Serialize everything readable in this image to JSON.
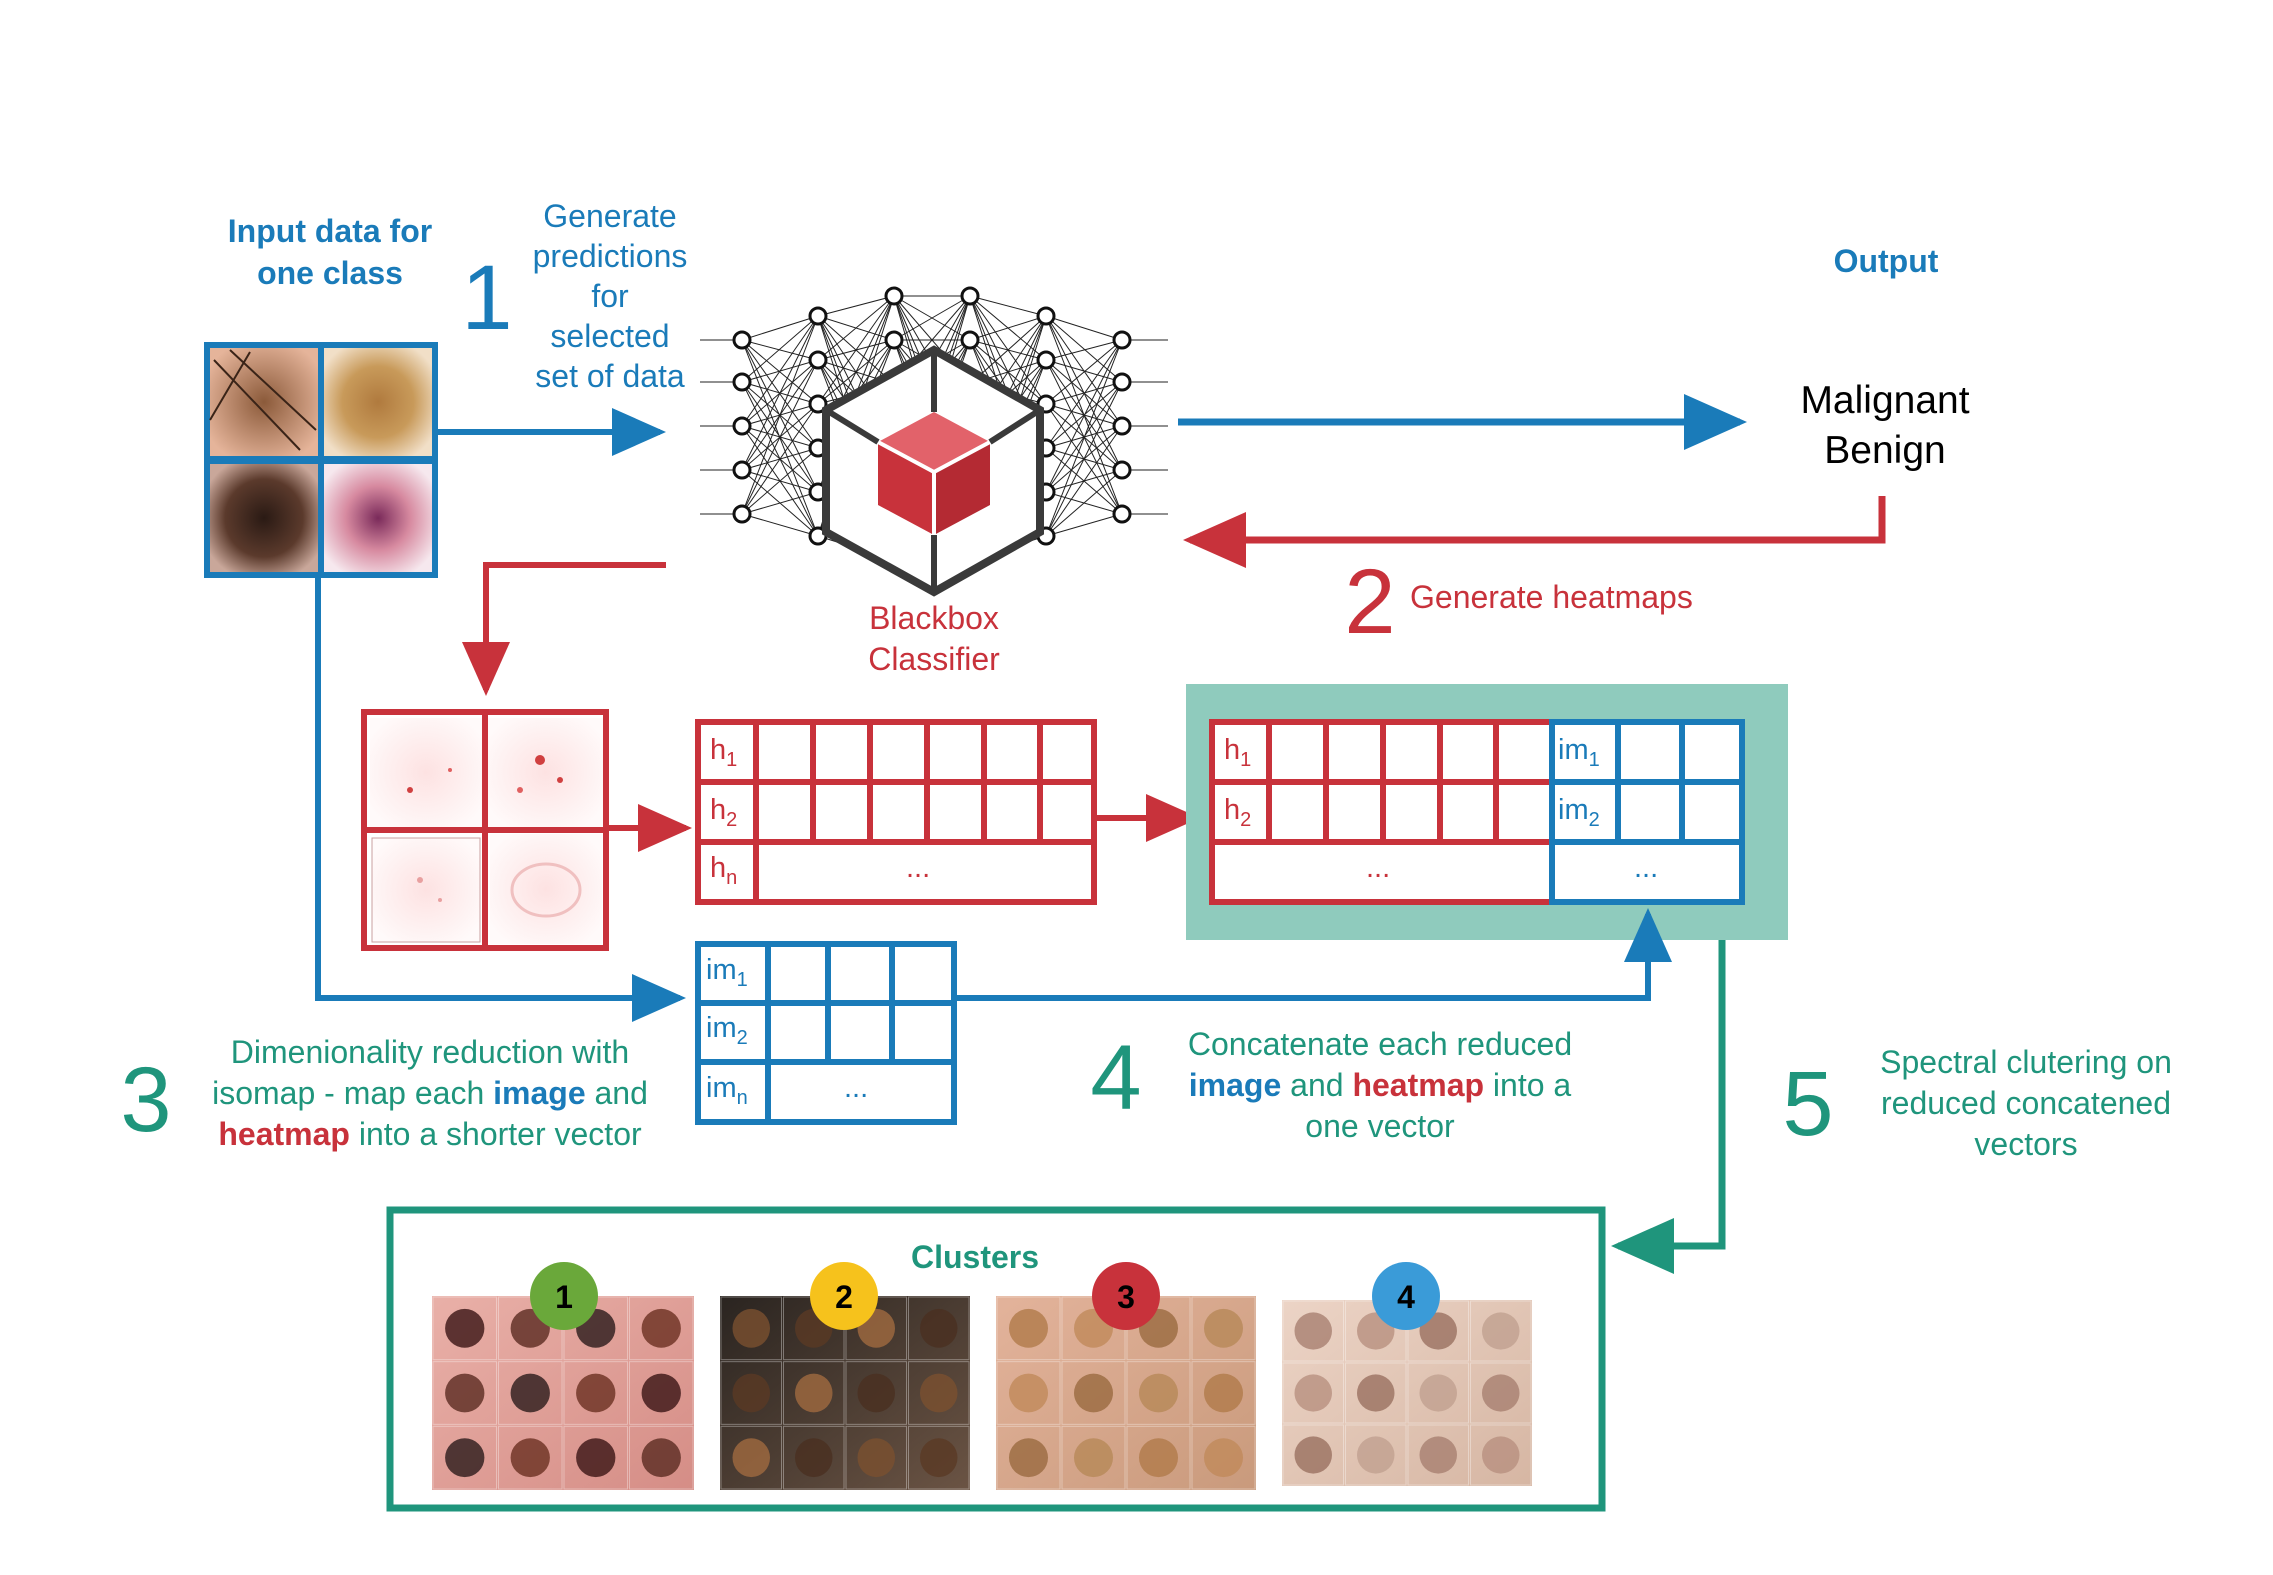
{
  "input": {
    "title_line1": "Input data for",
    "title_line2": "one class"
  },
  "step1": {
    "number": "1",
    "line1": "Generate",
    "line2": "predictions",
    "line3": "for",
    "line4": "selected",
    "line5": "set of data"
  },
  "classifier": {
    "line1": "Blackbox",
    "line2": "Classifier"
  },
  "output": {
    "title": "Output",
    "class1": "Malignant",
    "class2": "Benign"
  },
  "step2": {
    "number": "2",
    "label": "Generate heatmaps"
  },
  "step3": {
    "number": "3",
    "line1": "Dimenionality reduction with",
    "line2_pre": "isomap - map each ",
    "line2_bold": "image",
    "line2_post": " and",
    "line3_bold": "heatmap",
    "line3_post": " into a shorter vector"
  },
  "step4": {
    "number": "4",
    "line1": "Concatenate each reduced",
    "line2_bold1": "image",
    "line2_mid": " and ",
    "line2_bold2": "heatmap",
    "line2_post": " into a",
    "line3": "one vector"
  },
  "step5": {
    "number": "5",
    "line1": "Spectral clutering on",
    "line2": "reduced concatened",
    "line3": "vectors"
  },
  "heatmap_table": {
    "rows": [
      "h",
      "h",
      "h"
    ],
    "subs": [
      "1",
      "2",
      "n"
    ],
    "ellipsis": "..."
  },
  "image_table": {
    "rows": [
      "im",
      "im",
      "im"
    ],
    "subs": [
      "1",
      "2",
      "n"
    ],
    "ellipsis": "..."
  },
  "concat_table": {
    "h_rows": [
      "h",
      "h"
    ],
    "h_subs": [
      "1",
      "2"
    ],
    "im_rows": [
      "im",
      "im"
    ],
    "im_subs": [
      "1",
      "2"
    ],
    "ellipsis_h": "...",
    "ellipsis_im": "..."
  },
  "clusters": {
    "title": "Clusters",
    "labels": [
      "1",
      "2",
      "3",
      "4"
    ],
    "colors": [
      "#6aa83a",
      "#f6c21c",
      "#c8323b",
      "#3a9bd8"
    ]
  },
  "colors": {
    "blue": "#1a7bb9",
    "red": "#c8323b",
    "green": "#1f957c",
    "teal_bg": "#8fcbbd"
  }
}
